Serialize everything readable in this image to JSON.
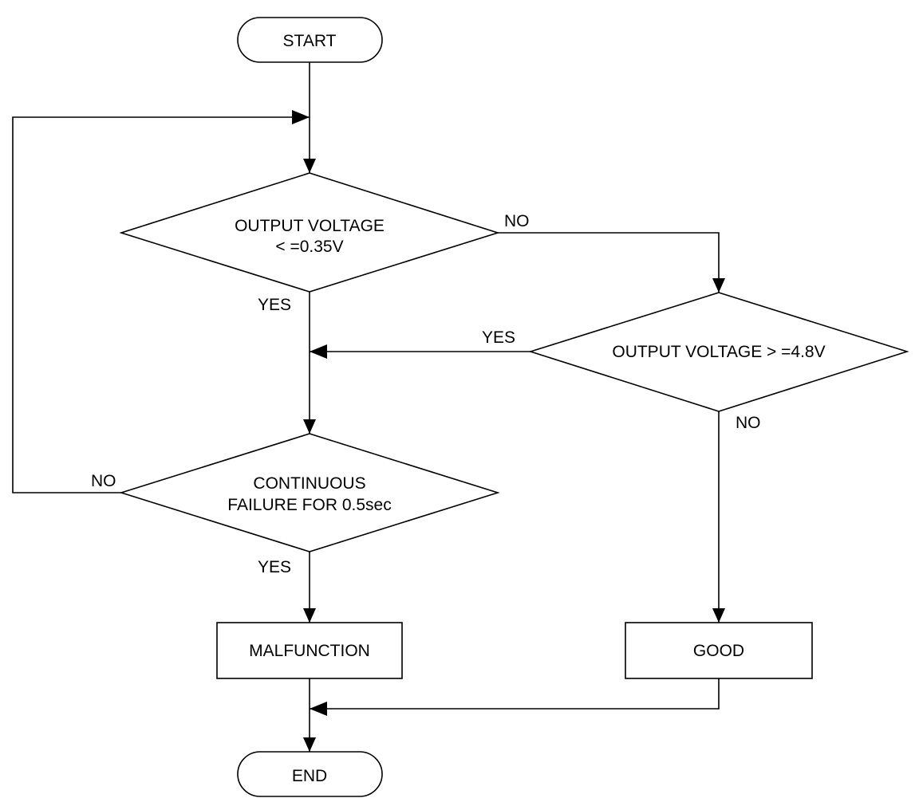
{
  "flowchart": {
    "start": "START",
    "end": "END",
    "decision_low": {
      "line1": "OUTPUT VOLTAGE",
      "line2": "< =0.35V"
    },
    "decision_high": {
      "line1": "OUTPUT VOLTAGE > =4.8V"
    },
    "decision_continuous": {
      "line1": "CONTINUOUS",
      "line2": "FAILURE FOR 0.5sec"
    },
    "malfunction": "MALFUNCTION",
    "good": "GOOD",
    "labels": {
      "low_no": "NO",
      "low_yes": "YES",
      "high_yes": "YES",
      "high_no": "NO",
      "cont_no": "NO",
      "cont_yes": "YES"
    }
  }
}
